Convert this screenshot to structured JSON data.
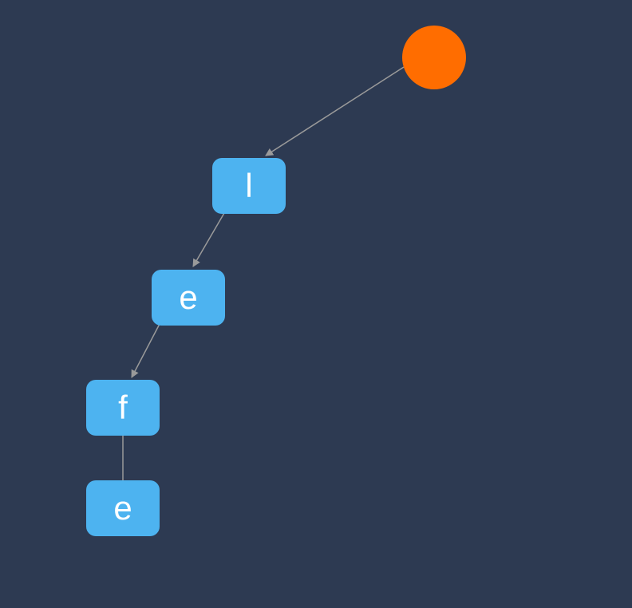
{
  "colors": {
    "background": "#2d3a52",
    "root": "#ff6d00",
    "node": "#4db3f0",
    "node_text": "#ffffff",
    "edge": "#9a9a9a"
  },
  "root": {
    "label": ""
  },
  "nodes": [
    {
      "id": "n1",
      "label": "l"
    },
    {
      "id": "n2",
      "label": "e"
    },
    {
      "id": "n3",
      "label": "f"
    },
    {
      "id": "n4",
      "label": "e"
    }
  ],
  "edges": [
    {
      "from": "root",
      "to": "n1",
      "arrow": true
    },
    {
      "from": "n1",
      "to": "n2",
      "arrow": true
    },
    {
      "from": "n2",
      "to": "n3",
      "arrow": true
    },
    {
      "from": "n3",
      "to": "n4",
      "arrow": false
    }
  ]
}
